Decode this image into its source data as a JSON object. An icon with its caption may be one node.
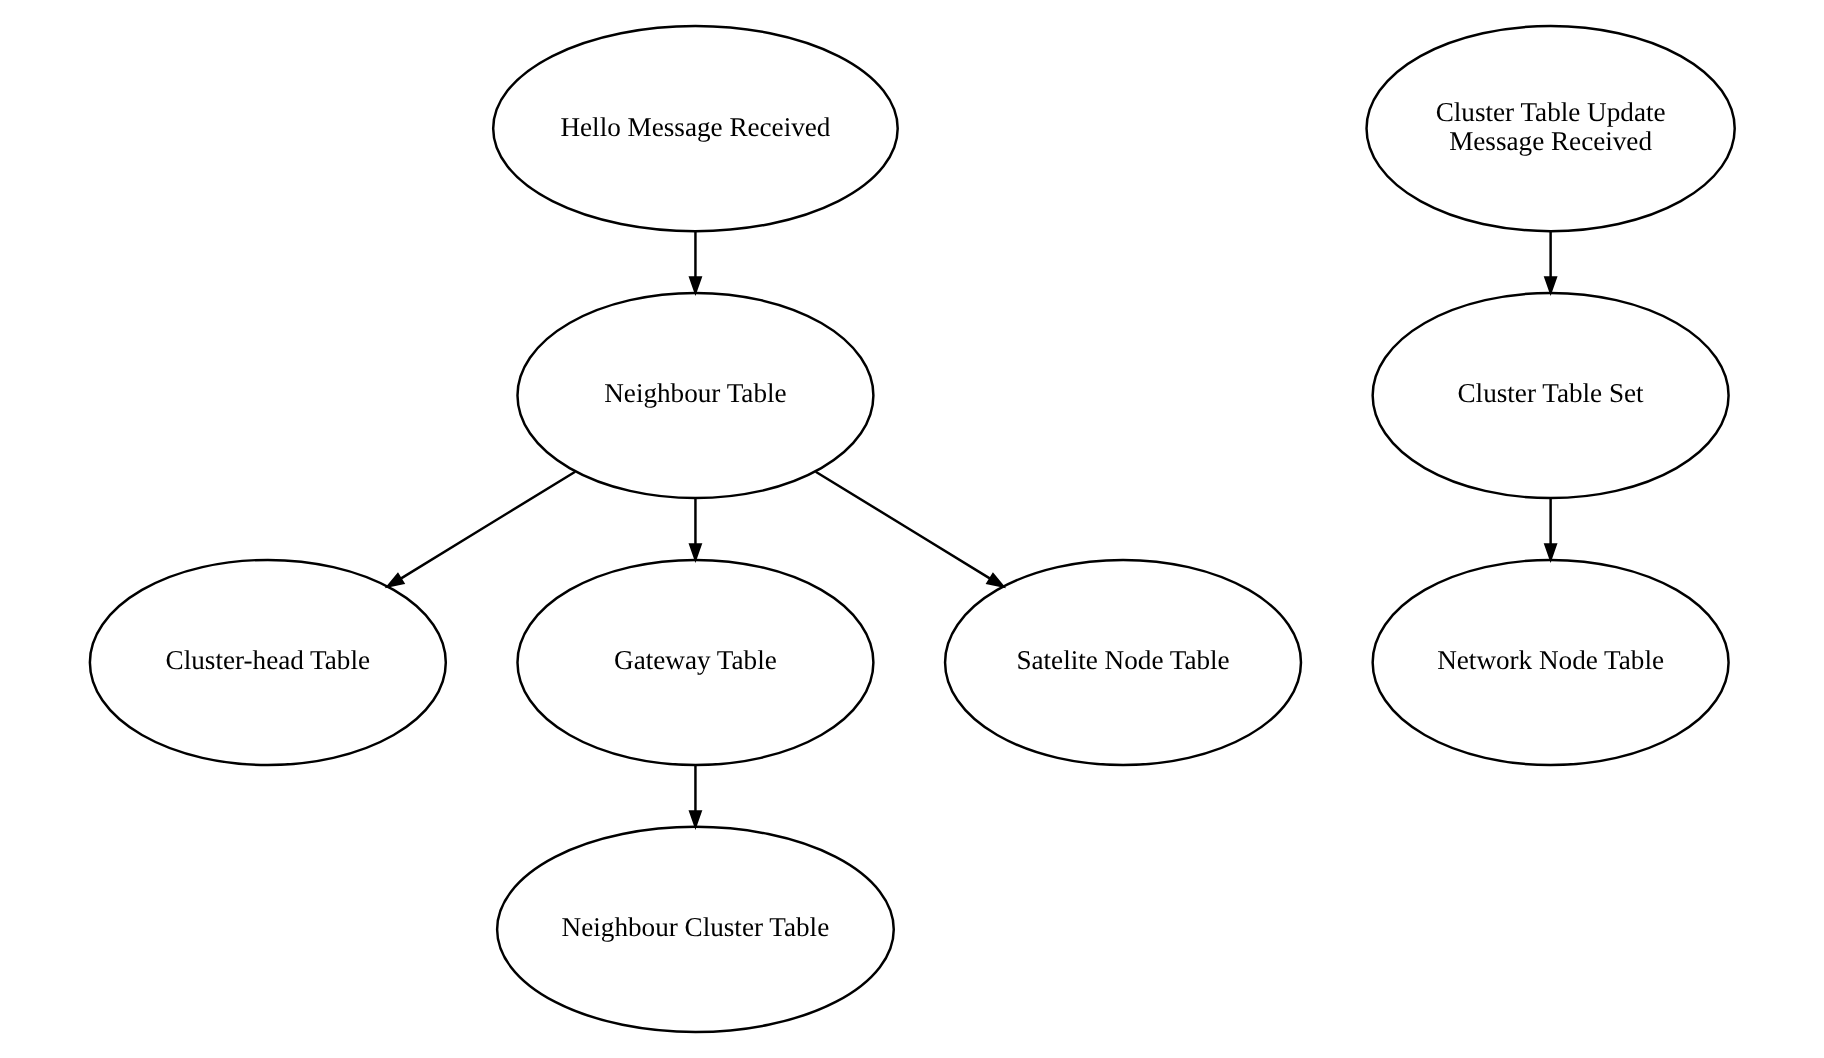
{
  "diagram": {
    "nodes": [
      {
        "text": [
          "Hello Message Received"
        ]
      },
      {
        "text": [
          "Neighbour Table"
        ]
      },
      {
        "text": [
          "Cluster-head Table"
        ]
      },
      {
        "text": [
          "Gateway Table"
        ]
      },
      {
        "text": [
          "Satelite Node Table"
        ]
      },
      {
        "text": [
          "Neighbour Cluster Table"
        ]
      },
      {
        "text": [
          "Cluster Table Update Message Received"
        ]
      },
      {
        "text": [
          "Cluster Table Set"
        ]
      },
      {
        "text": [
          "Network Node Table"
        ]
      }
    ],
    "edges": [
      {
        "from": 0,
        "to": 1,
        "arrow": "to"
      },
      {
        "from": 1,
        "to": 2,
        "arrow": "to"
      },
      {
        "from": 1,
        "to": 3,
        "arrow": "to"
      },
      {
        "from": 1,
        "to": 4,
        "arrow": "to"
      },
      {
        "from": 3,
        "to": 5,
        "arrow": "to"
      },
      {
        "from": 6,
        "to": 7,
        "arrow": "to"
      },
      {
        "from": 7,
        "to": 8,
        "arrow": "to"
      }
    ]
  }
}
